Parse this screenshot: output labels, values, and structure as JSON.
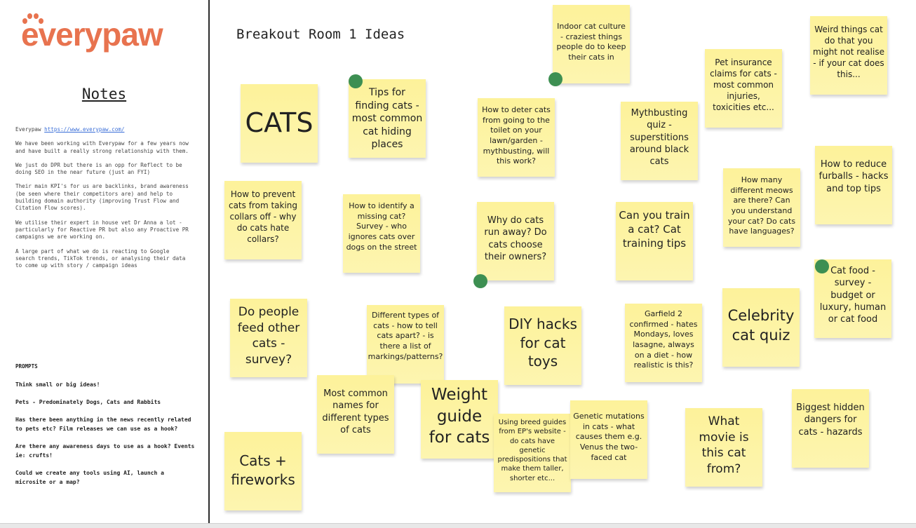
{
  "logo": {
    "text": "everypaw"
  },
  "sidebar": {
    "heading": "Notes",
    "intro_label": "Everypaw",
    "intro_link": "https://www.everypaw.com/",
    "paragraphs": [
      "We have been working with Everypaw for a few years now\nand have built a really strong relationship with them.",
      "We just do DPR but there is an opp for Reflect to be\ndoing SEO in the near future (just an FYI)",
      "Their main KPI's for us are backlinks, brand awareness\n(be seen where their competitors are) and help to\nbuilding domain authority (improving Trust Flow and\nCitation Flow scores).",
      "We utilise their expert in house vet Dr Anna a lot -\nparticularly for Reactive PR but also any Proactive PR\ncampaigns we are working on.",
      "A large part of what we do is reacting to Google\nsearch trends, TikTok trends, or analysing their data\nto come up with story / campaign ideas"
    ],
    "prompts_heading": "PROMPTS",
    "prompts": [
      "Think small or big ideas!",
      "Pets - Predominately Dogs, Cats and Rabbits",
      "Has there been anything in the news recently related to pets etc? Film releases we can use as a hook?",
      "Are there any awareness days to use as a hook? Events ie: crufts!",
      "Could we create any tools using AI, launch a microsite or a map?"
    ]
  },
  "board": {
    "title": "Breakout Room 1 Ideas",
    "note_color": "#fdf29a",
    "dot_color": "#3d8f52",
    "notes": [
      {
        "text": "CATS"
      },
      {
        "text": "Tips for finding cats - most common cat hiding places"
      },
      {
        "text": "How to deter cats from going to the toilet on your lawn/garden - mythbusting, will this work?"
      },
      {
        "text": "Indoor cat culture - craziest things people do to keep their cats in"
      },
      {
        "text": "Mythbusting quiz - superstitions around black cats"
      },
      {
        "text": "Pet insurance claims for cats - most common injuries, toxicities etc..."
      },
      {
        "text": "Weird things cat do that you might not realise - if your cat does this..."
      },
      {
        "text": "How to prevent cats from taking collars off - why do cats hate collars?"
      },
      {
        "text": "How to identify a missing cat? Survey - who ignores cats over dogs on the street"
      },
      {
        "text": "Why do cats run away? Do cats choose their owners?"
      },
      {
        "text": "Can you train a cat? Cat training tips"
      },
      {
        "text": "How many different meows are there? Can you understand your cat? Do cats have languages?"
      },
      {
        "text": "How to reduce furballs - hacks and top tips"
      },
      {
        "text": "Cat food - survey - budget or luxury, human or cat food"
      },
      {
        "text": "Do people feed other cats - survey?"
      },
      {
        "text": "Different types of cats - how to tell cats apart? - is there a list of markings/patterns?"
      },
      {
        "text": "DIY hacks for cat toys"
      },
      {
        "text": "Garfield 2 confirmed - hates Mondays, loves lasagne, always on a diet - how realistic is this?"
      },
      {
        "text": "Celebrity cat quiz"
      },
      {
        "text": "Most common names for different types of cats"
      },
      {
        "text": "Weight guide for cats"
      },
      {
        "text": "Using breed guides from EP's website - do cats have genetic predispositions that make them taller, shorter etc..."
      },
      {
        "text": "Genetic mutations in cats - what causes them e.g. Venus the two-faced cat"
      },
      {
        "text": "What movie is this cat from?"
      },
      {
        "text": "Biggest hidden dangers for cats - hazards"
      },
      {
        "text": "Cats + fireworks"
      }
    ]
  }
}
